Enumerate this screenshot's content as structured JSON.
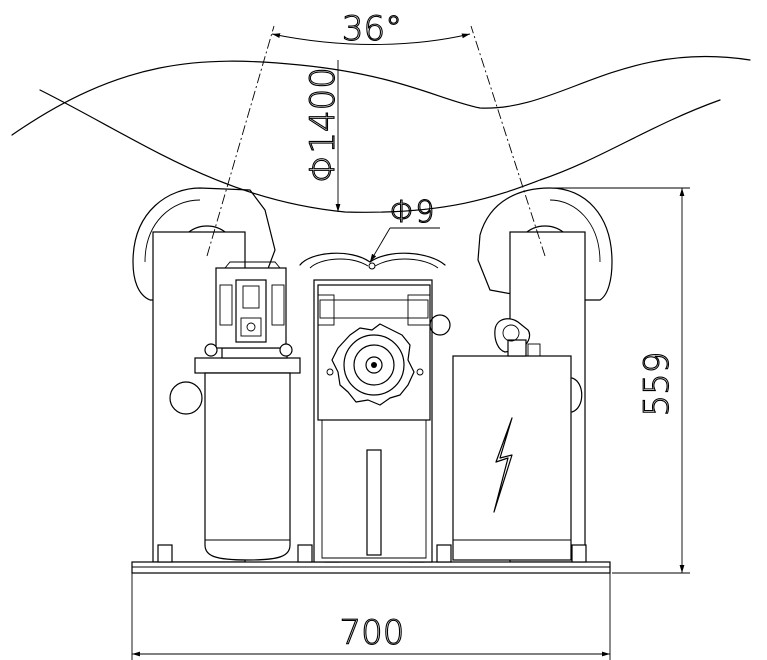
{
  "dimensions": {
    "angle": "36°",
    "workpiece_diameter": "Φ1400",
    "small_diameter": "Φ9",
    "height": "559",
    "width": "700"
  },
  "icons": {
    "lightning": "high-voltage-icon"
  }
}
